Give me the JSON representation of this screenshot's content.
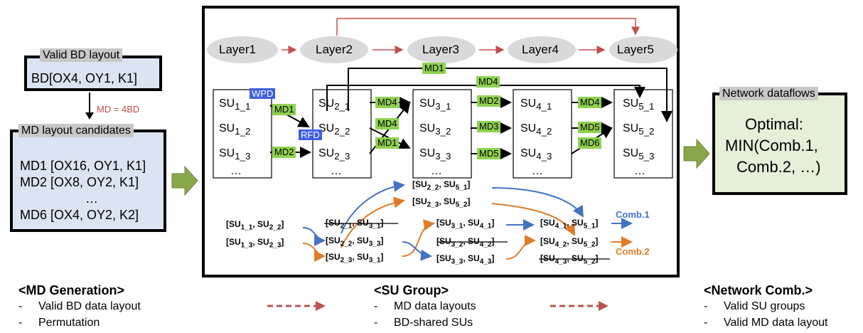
{
  "md_generation": {
    "valid_bd_title": "Valid BD layout",
    "valid_bd_value": "BD[OX4, OY1, K1]",
    "md_ratio": "MD = 4BD",
    "candidates_title": "MD layout candidates",
    "candidates": [
      "MD1 [OX16, OY1, K1]",
      "MD2 [OX8, OY2, K1]",
      "…",
      "MD6 [OX4, OY2, K2]"
    ],
    "caption": "<MD Generation>",
    "items": [
      "Valid BD data layout",
      "Permutation"
    ]
  },
  "su_group": {
    "layers": [
      "Layer1",
      "Layer2",
      "Layer3",
      "Layer4",
      "Layer5"
    ],
    "md_tags": [
      "MD1",
      "MD2",
      "MD4",
      "MD4",
      "MD1",
      "MD2",
      "MD3",
      "MD5",
      "MD4",
      "MD5",
      "MD6",
      "MD1",
      "MD4"
    ],
    "wpd": "WPD",
    "rfd": "RFD",
    "ellipsis": "…",
    "comb1": "Comb.1",
    "comb2": "Comb.2",
    "caption": "<SU Group>",
    "items": [
      "MD data layouts",
      "BD-shared SUs"
    ]
  },
  "network_comb": {
    "title": "Network dataflows",
    "result_lines": [
      "Optimal:",
      "MIN(Comb.1,",
      "Comb.2, …)"
    ],
    "caption": "<Network Comb.>",
    "items": [
      "Valid SU groups",
      "Valid MD data layout"
    ]
  },
  "colors": {
    "blue": "#4472c4",
    "orange": "#e07b29",
    "red": "#c0504d",
    "green_tag": "#8fd14f",
    "wpd": "#3f5fe0"
  }
}
